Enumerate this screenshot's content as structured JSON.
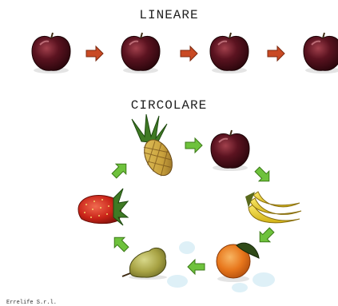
{
  "titles": {
    "linear": "LINEARE",
    "circular": "CIRCOLARE"
  },
  "footer": "Errelife S.r.l.",
  "linear_sequence": [
    "apple",
    "apple",
    "apple",
    "apple"
  ],
  "circular_sequence": [
    "pineapple",
    "apple",
    "banana",
    "orange",
    "pear",
    "strawberry"
  ],
  "colors": {
    "linear_arrow": "#c94a24",
    "circular_arrow": "#6ec23c",
    "apple": "#5b1320",
    "pineapple": "#c9a13c",
    "banana": "#f0d630",
    "orange": "#e8771c",
    "pear": "#a7a243",
    "strawberry": "#c92318"
  }
}
